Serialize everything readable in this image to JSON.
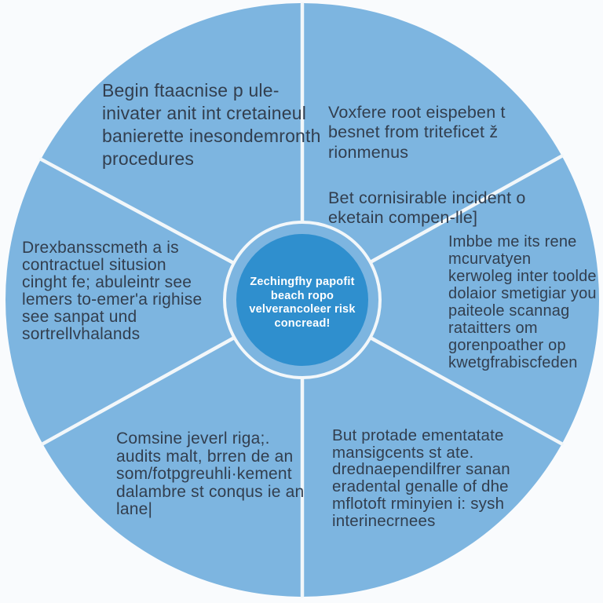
{
  "diagram": {
    "type": "cycle-wheel",
    "segment_count": 6,
    "center": {
      "text": "Zechingfhy papofit\nbeach ropo\nvelverancoleer risk\nconcread!"
    },
    "segments": [
      {
        "position": "top-left",
        "text": "Begin ftaacnise p ule-\ninivater anit int cretaineul\nbanierette inesondemronth\nprocedures"
      },
      {
        "position": "top-right",
        "text": "Voxfere root eispeben t\nbesnet from triteficet ž\nrionmenus",
        "text2": "Bet cornisirable incident o\neketain compen-lle]"
      },
      {
        "position": "right",
        "text": "Imbbe me its rene\nmcurvatyen\nkerwoleg inter toolde\ndolaior smetigiar you\npaiteole scannag\nrataitters om\ngorenpoather op\nkwetgfrabiscfeden"
      },
      {
        "position": "bottom-right",
        "text": "But protade ementatate\nmansigcents st ate.\ndrednaependilfrer sanan\neradental genalle of dhe\nmflotoft rminyien i: sysh\ninterinecrnees"
      },
      {
        "position": "bottom-left",
        "text": "Comsine jeverl riga;.\naudits malt, brren de an\nsom/fotpgreuhli·kement\ndalambre st conqus ie an\nlane|"
      },
      {
        "position": "left",
        "text": "Drexbansscmeth a is\ncontractuel situsion\ncinght fe; abuleintr see\nlemers to-emer'a righise\nsee sanpat und\nsortrellvhalands"
      }
    ],
    "colors": {
      "background": "#f9fbfd",
      "wheel": "#7db5e0",
      "hub": "#2f8fce",
      "divider": "#f2f7fa",
      "text": "#323e4e",
      "hub_text": "#ffffff"
    }
  }
}
